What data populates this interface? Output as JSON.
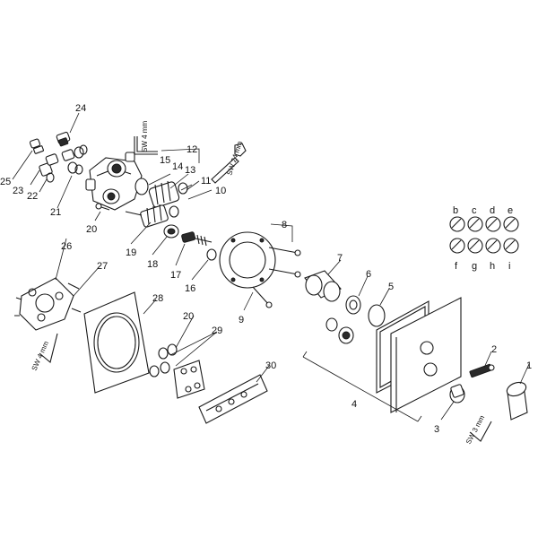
{
  "callouts": [
    "1",
    "2",
    "3",
    "4",
    "5",
    "6",
    "7",
    "8",
    "9",
    "10",
    "11",
    "12",
    "13",
    "14",
    "15",
    "16",
    "17",
    "18",
    "19",
    "20",
    "21",
    "22",
    "23",
    "24",
    "25",
    "26",
    "27",
    "28",
    "20",
    "29",
    "30"
  ],
  "insert_letters": [
    "b",
    "c",
    "d",
    "e",
    "f",
    "g",
    "h",
    "i"
  ],
  "tool_notes": {
    "top_hex": "SW 4 mm",
    "wrench": "SW 24 mm",
    "left_hex": "SW 4 mm",
    "right_hex": "SW 3 mm"
  },
  "colors": {
    "line": "#1a1a1a",
    "background": "#ffffff"
  }
}
